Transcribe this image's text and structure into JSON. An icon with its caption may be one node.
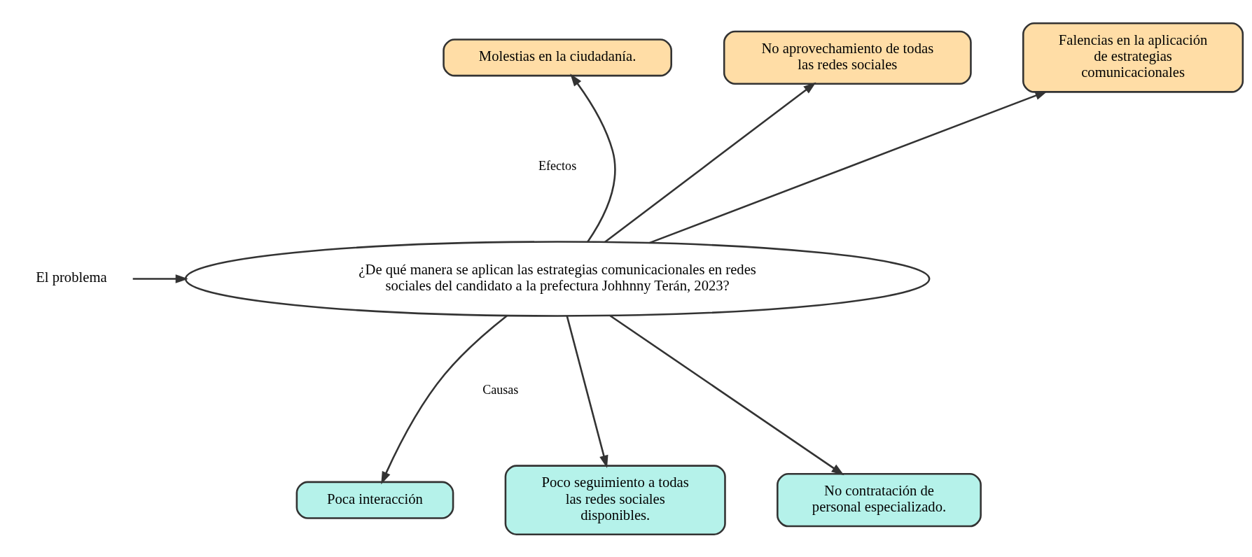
{
  "diagram": {
    "nodes": [
      {
        "text": [
          "Molestias en la ciudadanía."
        ]
      },
      {
        "text": [
          "No aprovechamiento de todas las redes sociales"
        ]
      },
      {
        "text": [
          "Falencias en la aplicación de estrategias comunicacionales"
        ]
      },
      {
        "text": [
          "¿De qué manera se aplican las estrategias comunicacionales en redes sociales del candidato a la prefectura Johhnny Terán, 2023?"
        ]
      },
      {
        "text": [
          "El problema"
        ]
      },
      {
        "text": [
          "Poca interacción"
        ]
      },
      {
        "text": [
          "Poco seguimiento a todas las redes sociales disponibles."
        ]
      },
      {
        "text": [
          "No contratación de personal especializado."
        ]
      }
    ],
    "edges": [
      {
        "from": 3,
        "to": 0,
        "arrow": "to"
      },
      {
        "from": 3,
        "to": 1,
        "arrow": "to"
      },
      {
        "from": 3,
        "to": 2,
        "arrow": "to"
      },
      {
        "from": 4,
        "to": 3,
        "arrow": "to"
      },
      {
        "from": 3,
        "to": 5,
        "arrow": "to"
      },
      {
        "from": 3,
        "to": 6,
        "arrow": "to"
      },
      {
        "from": 3,
        "to": 7,
        "arrow": "to"
      }
    ],
    "labels": [
      "Efectos",
      "Causas"
    ]
  }
}
